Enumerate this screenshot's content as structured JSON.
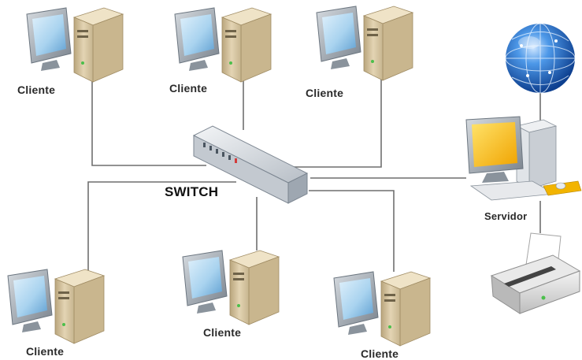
{
  "labels": {
    "switch": "SWITCH",
    "server": "Servidor",
    "client": "Cliente"
  },
  "nodes": {
    "clients": [
      {
        "label": "Cliente"
      },
      {
        "label": "Cliente"
      },
      {
        "label": "Cliente"
      },
      {
        "label": "Cliente"
      },
      {
        "label": "Cliente"
      },
      {
        "label": "Cliente"
      }
    ],
    "switch": {
      "icon": "network-switch-icon"
    },
    "server": {
      "icon": "server-workstation-icon"
    },
    "internet": {
      "icon": "globe-icon"
    },
    "printer": {
      "icon": "printer-icon"
    }
  },
  "colors": {
    "wire": "#6f6f6f",
    "tower": "#d9c8a3",
    "monitor_frame": "#9aa3ad",
    "screen": "#8fc3e8",
    "server_screen": "#f5b800",
    "globe": "#1f6fc9"
  }
}
